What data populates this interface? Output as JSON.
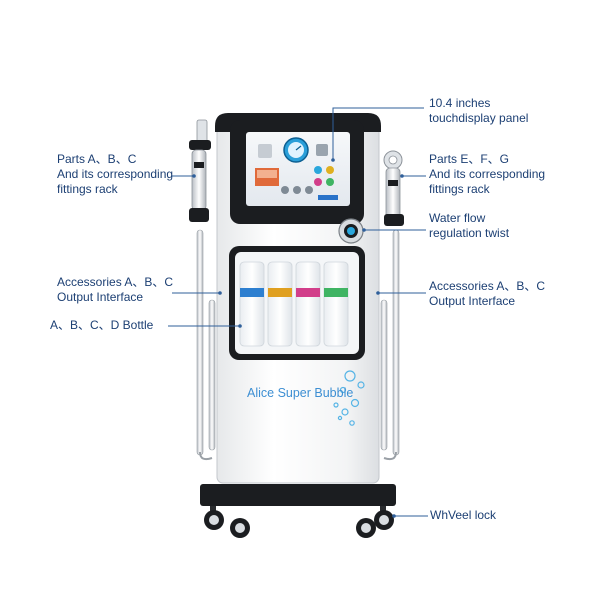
{
  "labels": {
    "display": [
      "10.4 inches",
      "touchdisplay panel"
    ],
    "parts_left": [
      "Parts A、B、C",
      "And its corresponding",
      "fittings rack"
    ],
    "parts_right": [
      "Parts E、F、G",
      "And its corresponding",
      "fittings rack"
    ],
    "water_flow": [
      "Water flow",
      "regulation twist"
    ],
    "accessories_left": [
      "Accessories A、B、C",
      "Output Interface"
    ],
    "accessories_right": [
      "Accessories A、B、C",
      "Output Interface"
    ],
    "bottles": "A、B、C、D Bottle",
    "wheel_lock": "WhVeel lock"
  },
  "machine": {
    "brand_text": "Alice Super Bubble"
  },
  "colors": {
    "label_text": "#1c3f73",
    "leader_line": "#2f5f9a",
    "brand_text": "#3d8fd3",
    "body": "#f4f5f6",
    "dark_trim": "#1b1d20",
    "bottle_caps": [
      "#2d7fd0",
      "#e0a020",
      "#d23e8a",
      "#3fb463"
    ]
  },
  "icons": [
    "wheel-icon",
    "bubble-icon",
    "knob-icon",
    "handpiece-icon"
  ]
}
